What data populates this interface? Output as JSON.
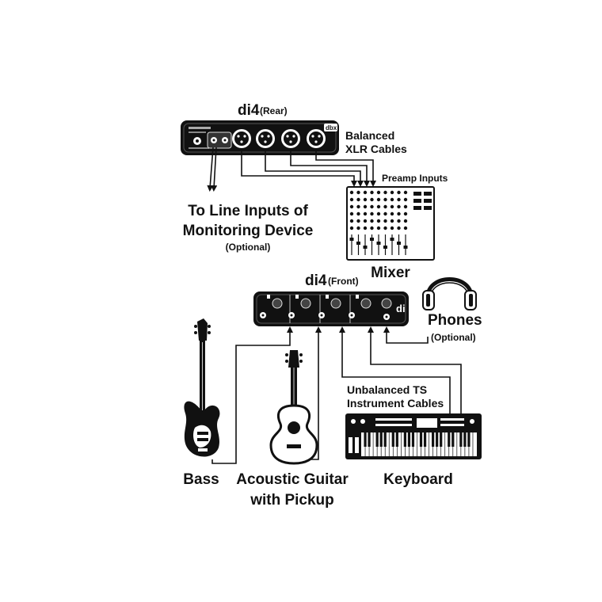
{
  "colors": {
    "ink": "#111111",
    "paper": "#ffffff"
  },
  "rear": {
    "title": "di4",
    "title_sub": "(Rear)",
    "logo": "dbx"
  },
  "cables": {
    "balanced_line1": "Balanced",
    "balanced_line2": "XLR Cables",
    "preamp": "Preamp Inputs",
    "unbalanced_line1": "Unbalanced TS",
    "unbalanced_line2": "Instrument Cables"
  },
  "line_inputs": {
    "line1": "To Line Inputs of",
    "line2": "Monitoring Device",
    "optional": "(Optional)"
  },
  "mixer": {
    "label": "Mixer"
  },
  "front": {
    "title": "di4",
    "title_sub": "(Front)",
    "logo": "di"
  },
  "phones": {
    "label": "Phones",
    "optional": "(Optional)"
  },
  "instruments": {
    "bass": "Bass",
    "acoustic_line1": "Acoustic Guitar",
    "acoustic_line2": "with Pickup",
    "keyboard": "Keyboard"
  },
  "icons": {
    "xlr": "xlr-connector-icon",
    "headphones": "headphones-icon",
    "bass": "bass-guitar-icon",
    "guitar": "acoustic-guitar-icon",
    "keyboard": "keyboard-icon",
    "mixer": "mixer-icon"
  }
}
